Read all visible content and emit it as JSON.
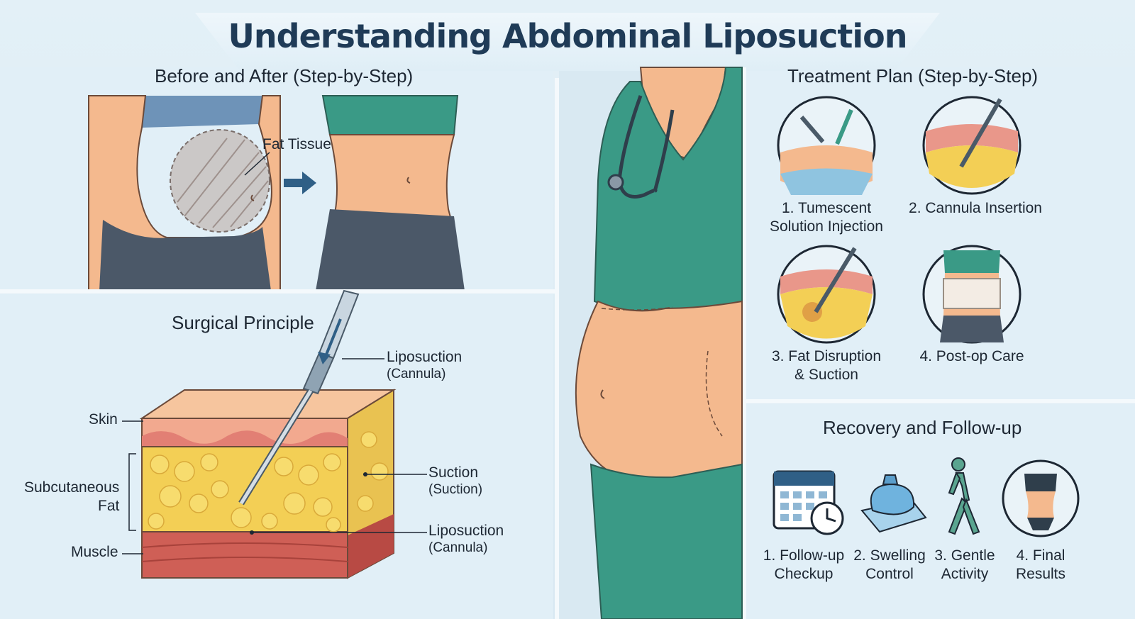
{
  "title": "Understanding Abdominal Liposuction",
  "before_after": {
    "heading": "Before and After (Step-by-Step)",
    "fat_label": "Fat Tissue"
  },
  "surgical": {
    "heading": "Surgical Principle",
    "skin": "Skin",
    "fat_line1": "Subcutaneous",
    "fat_line2": "Fat",
    "muscle": "Muscle",
    "cannula_top_line1": "Liposuction",
    "cannula_top_line2": "(Cannula)",
    "suction_line1": "Suction",
    "suction_line2": "(Suction)",
    "cannula_bottom_line1": "Liposuction",
    "cannula_bottom_line2": "(Cannula)"
  },
  "treatment": {
    "heading": "Treatment Plan (Step-by-Step)",
    "steps": [
      {
        "line1": "1. Tumescent",
        "line2": "Solution Injection"
      },
      {
        "line1": "2. Cannula Insertion",
        "line2": ""
      },
      {
        "line1": "3. Fat Disruption",
        "line2": "& Suction"
      },
      {
        "line1": "4. Post-op Care",
        "line2": ""
      }
    ]
  },
  "recovery": {
    "heading": "Recovery and Follow-up",
    "steps": [
      {
        "line1": "1. Follow-up",
        "line2": "Checkup",
        "icon": "calendar-clock-icon"
      },
      {
        "line1": "2. Swelling",
        "line2": "Control",
        "icon": "ice-pack-icon"
      },
      {
        "line1": "3. Gentle",
        "line2": "Activity",
        "icon": "walking-person-icon"
      },
      {
        "line1": "4. Final",
        "line2": "Results",
        "icon": "body-results-icon"
      }
    ]
  },
  "colors": {
    "title": "#1f3b57",
    "scrubs": "#3a9a86",
    "skin": "#f4b98e",
    "fat": "#f3cf55",
    "muscle": "#cf5f56",
    "arrow": "#2f5f86"
  }
}
